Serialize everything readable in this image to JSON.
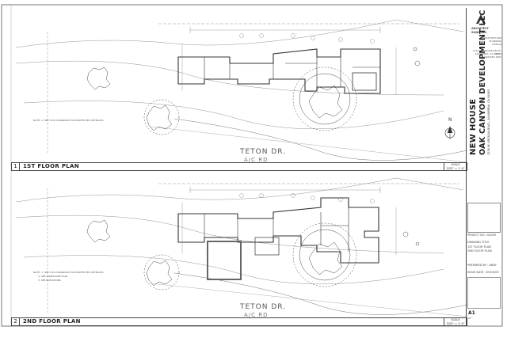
{
  "title_block": {
    "firm_name": "ARCHITECT\nSUNG INC.",
    "firm_lines": [
      "ARCHITECTURE",
      "PLANNING",
      "DESIGN",
      "1141 W. ARCADIA BLVD. #201",
      "ALHAMBRA, CA 91803",
      "(626)284-1800"
    ],
    "project_line1": "NEW HOUSE",
    "project_line2": "OAK CANYON DEVELOPMENT LLC",
    "project_address": "1234 W. ARCADIA BLVD., ALHAMBRA, CA 91803",
    "project_no_label": "PROJECT NO.: 04009",
    "sheet_title_label": "DRAWING TITLE",
    "sheet_title": "1ST FLOOR PLAN",
    "sheet_title2": "2ND FLOOR PLAN",
    "prepared_by": "PREPARED BY : ANDY",
    "issue_date": "ISSUE DATE : 09/03/09",
    "sheet_number": "A1",
    "sheet_of": "OF"
  },
  "plans": [
    {
      "number": "1",
      "title": "1ST FLOOR PLAN",
      "scale": "SCALE\n3/32\" = 1'-0\"",
      "street": "TETON DR.",
      "street_sub": "A/C RD"
    },
    {
      "number": "2",
      "title": "2ND FLOOR PLAN",
      "scale": "SCALE\n3/32\" = 1'-0\"",
      "street": "TETON DR.",
      "street_sub": "A/C RD"
    }
  ],
  "notes": {
    "note1": "NOTE: 1. SEE CIVIL DRAWINGS FOR PROTECTED SETBACKS",
    "note2": "NOTE: 1. SEE CIVIL DRAWINGS FOR PROTECTED SETBACKS",
    "note2b": "2. SEE LANDSCAPE PLAN",
    "note2c": "3. SEE ELEVATIONS"
  },
  "north_label": "N",
  "colors": {
    "line": "#444444",
    "wall": "#333333",
    "light": "#999999"
  }
}
